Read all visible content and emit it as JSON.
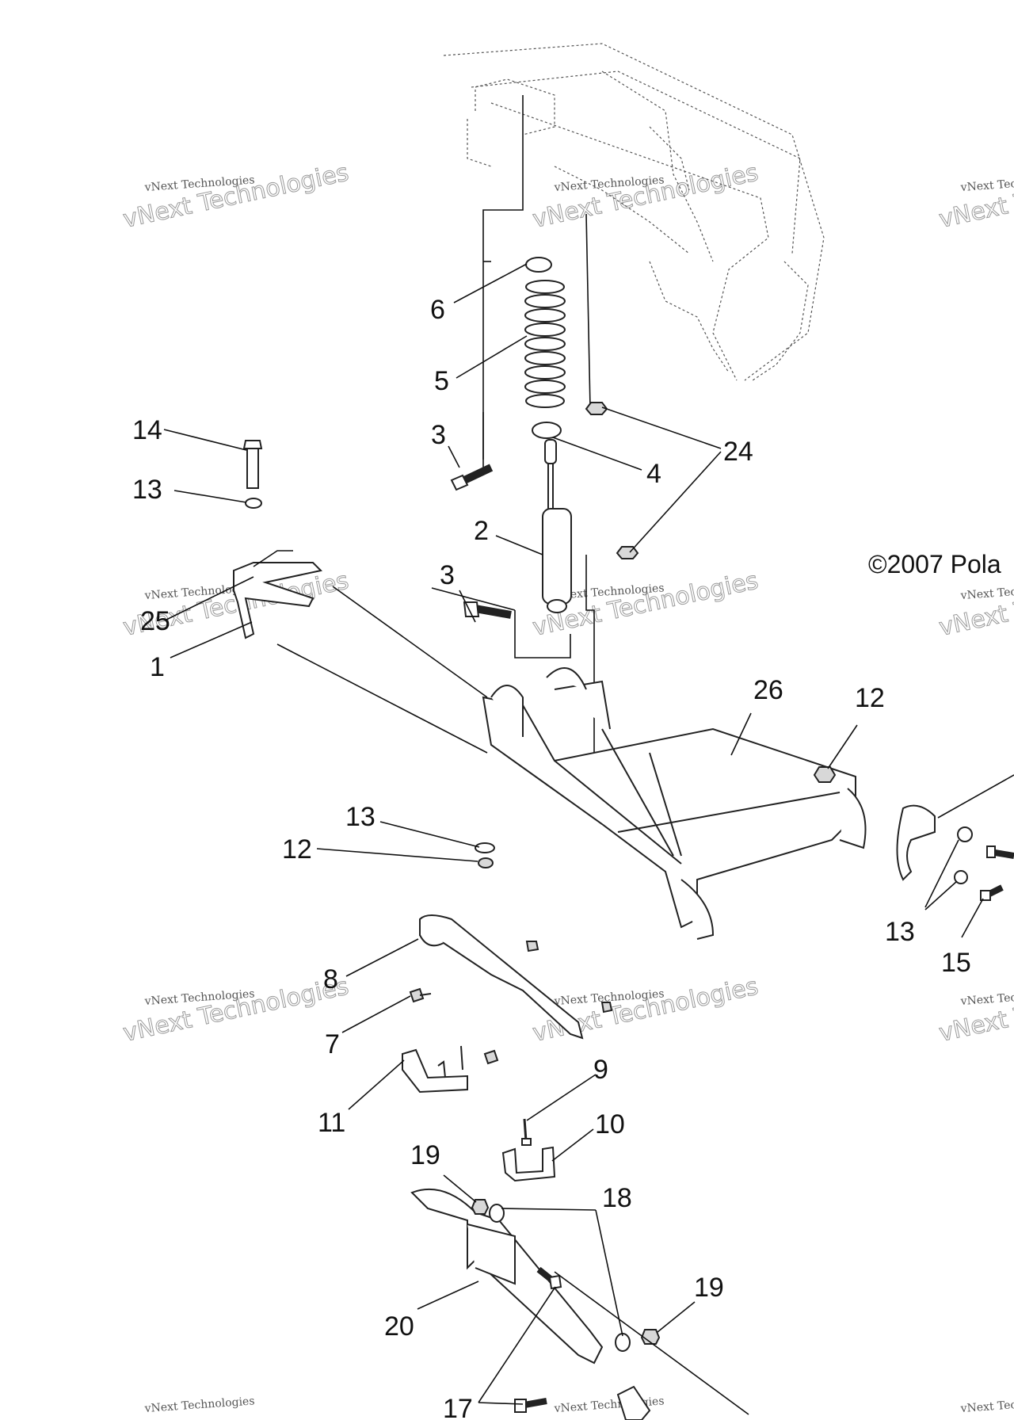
{
  "diagram": {
    "copyright": "©2007 Pola",
    "watermark_small": "vNext Technologies",
    "watermark_big": "vNext Technologies",
    "callouts": [
      {
        "id": "c6",
        "label": "6"
      },
      {
        "id": "c5",
        "label": "5"
      },
      {
        "id": "c3a",
        "label": "3"
      },
      {
        "id": "c4",
        "label": "4"
      },
      {
        "id": "c24",
        "label": "24"
      },
      {
        "id": "c14",
        "label": "14"
      },
      {
        "id": "c13a",
        "label": "13"
      },
      {
        "id": "c2",
        "label": "2"
      },
      {
        "id": "c3b",
        "label": "3"
      },
      {
        "id": "c25",
        "label": "25"
      },
      {
        "id": "c1",
        "label": "1"
      },
      {
        "id": "c26",
        "label": "26"
      },
      {
        "id": "c12a",
        "label": "12"
      },
      {
        "id": "c13b",
        "label": "13"
      },
      {
        "id": "c12b",
        "label": "12"
      },
      {
        "id": "c13c",
        "label": "13"
      },
      {
        "id": "c15",
        "label": "15"
      },
      {
        "id": "c8",
        "label": "8"
      },
      {
        "id": "c7",
        "label": "7"
      },
      {
        "id": "c9",
        "label": "9"
      },
      {
        "id": "c11",
        "label": "11"
      },
      {
        "id": "c10",
        "label": "10"
      },
      {
        "id": "c19a",
        "label": "19"
      },
      {
        "id": "c18",
        "label": "18"
      },
      {
        "id": "c19b",
        "label": "19"
      },
      {
        "id": "c20",
        "label": "20"
      },
      {
        "id": "c17",
        "label": "17"
      }
    ]
  }
}
